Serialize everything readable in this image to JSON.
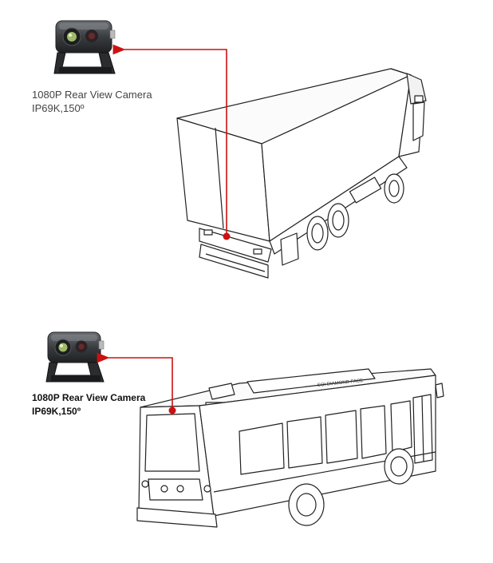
{
  "diagram": {
    "accent_color": "#cc1111",
    "vehicles": [
      {
        "name": "truck",
        "camera_label_line1": "1080P Rear View Camera",
        "camera_label_line2": "IP69K,150º"
      },
      {
        "name": "bus",
        "camera_label_line1": "1080P Rear View Camera",
        "camera_label_line2": "IP69K,150º",
        "side_text": "SOI DIAMOND FACE"
      }
    ],
    "icons": [
      "camera-icon",
      "truck-icon",
      "bus-icon"
    ]
  }
}
